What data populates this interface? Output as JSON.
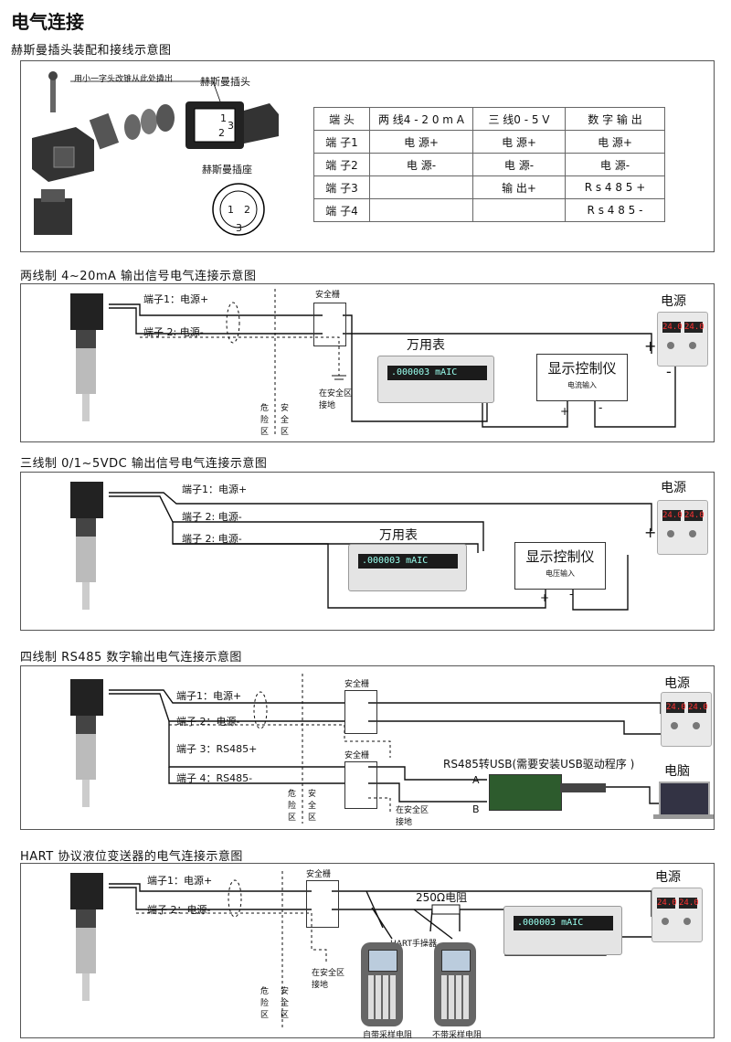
{
  "header": {
    "title": "电气连接",
    "subtitle": "赫斯曼插头装配和接线示意图",
    "note": "用小一字头改锥从此处撬出",
    "plug_label": "赫斯曼插头",
    "socket_label": "赫斯曼插座",
    "plug_pins": [
      "1",
      "2",
      "3"
    ]
  },
  "pin_table": {
    "columns": [
      "端 头",
      "两 线4 - 2 0 m A",
      "三 线0 - 5 V",
      "数 字 输 出"
    ],
    "rows": [
      [
        "端 子1",
        "电 源+",
        "电 源+",
        "电 源+"
      ],
      [
        "端 子2",
        "电 源-",
        "电 源-",
        "电 源-"
      ],
      [
        "端 子3",
        "",
        "输 出+",
        "R s 4 8 5 +"
      ],
      [
        "端 子4",
        "",
        "",
        "R s 4 8 5 -"
      ]
    ]
  },
  "common": {
    "power_label": "电源",
    "multimeter_label": "万用表",
    "display_instrument": "显示控制仪",
    "barrier": "安全栅",
    "ground": "在安全区\n接地",
    "danger_zone": "危险区",
    "safe_zone": "安全区",
    "psu_readout": "24.0",
    "plus": "+",
    "minus": "-",
    "dmm_readout": ".000003 mAIC"
  },
  "sec1": {
    "title": "两线制 4~20mA 输出信号电气连接示意图",
    "t1": "端子1：电源+",
    "t2": "端子 2: 电源-",
    "input": "电流输入"
  },
  "sec2": {
    "title": "三线制 0/1~5VDC 输出信号电气连接示意图",
    "t1": "端子1：电源+",
    "t2": "端子 2: 电源-",
    "t3": "端子 2: 电源-",
    "input": "电压输入"
  },
  "sec3": {
    "title": "四线制 RS485 数字输出电气连接示意图",
    "t1": "端子1：电源+",
    "t2": "端子 2：电源-",
    "t3": "端子 3：RS485+",
    "t4": "端子 4：RS485-",
    "converter": "RS485转USB(需要安装USB驱动程序 )",
    "a": "A",
    "b": "B",
    "pc": "电脑"
  },
  "sec4": {
    "title": "HART 协议液位变送器的电气连接示意图",
    "t1": "端子1：电源+",
    "t2": "端子 2：电源-",
    "resistor": "250Ω电阻",
    "handheld": "HART手操器",
    "with_r": "自带采样电阻",
    "without_r": "不带采样电阻"
  }
}
